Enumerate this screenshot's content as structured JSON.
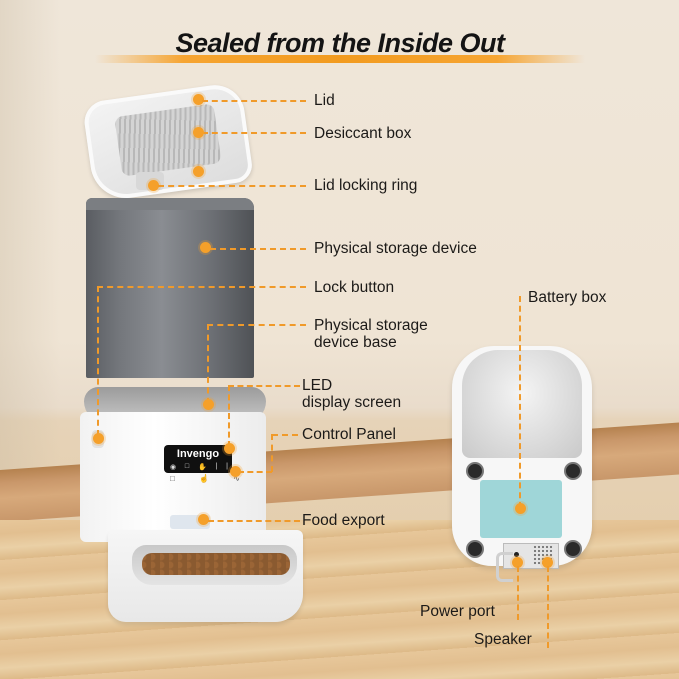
{
  "title": "Sealed from the Inside Out",
  "colors": {
    "accent": "#f5a02a",
    "title_text": "#141414",
    "label_text": "#1c1a18",
    "battery_box": "#9fd6d8",
    "hopper": "#6c6f74"
  },
  "product": {
    "brand": "Invengo",
    "screen_icons": [
      "wifi",
      "lock",
      "hand",
      "i",
      "i"
    ],
    "panel_icons": [
      "lock",
      "hand",
      "wave"
    ]
  },
  "callouts_left": [
    {
      "id": "lid",
      "label": "Lid"
    },
    {
      "id": "desiccant-box",
      "label": "Desiccant box"
    },
    {
      "id": "lid-locking-ring",
      "label": "Lid locking ring"
    },
    {
      "id": "physical-storage-device",
      "label": "Physical storage device"
    },
    {
      "id": "lock-button",
      "label": "Lock button"
    },
    {
      "id": "storage-device-base",
      "label": "Physical storage device base",
      "lines": [
        "Physical storage",
        "device base"
      ]
    },
    {
      "id": "led-display",
      "label": "LED display screen",
      "lines": [
        "LED",
        "display screen"
      ]
    },
    {
      "id": "control-panel",
      "label": "Control Panel"
    },
    {
      "id": "food-export",
      "label": "Food export"
    }
  ],
  "callouts_right": [
    {
      "id": "battery-box",
      "label": "Battery box"
    },
    {
      "id": "power-port",
      "label": "Power port"
    },
    {
      "id": "speaker",
      "label": "Speaker"
    }
  ]
}
